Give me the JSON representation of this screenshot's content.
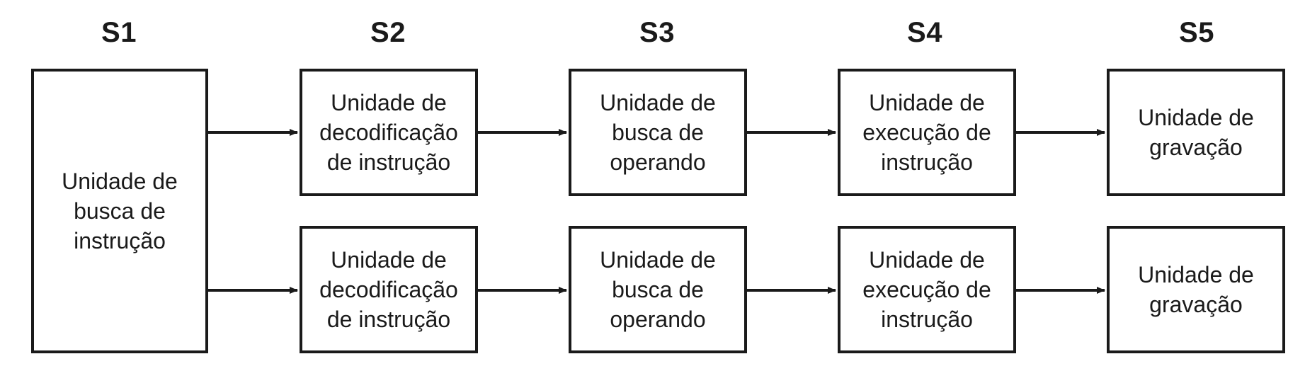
{
  "stages": [
    "S1",
    "S2",
    "S3",
    "S4",
    "S5"
  ],
  "fetch_unit": "Unidade de\nbusca de\ninstrução",
  "pipelines": [
    {
      "decode": "Unidade de\ndecodificação\nde instrução",
      "operand": "Unidade de\nbusca de\noperando",
      "execute": "Unidade de\nexecução de\ninstrução",
      "write": "Unidade de\ngravação"
    },
    {
      "decode": "Unidade de\ndecodificação\nde instrução",
      "operand": "Unidade de\nbusca de\noperando",
      "execute": "Unidade de\nexecução de\ninstrução",
      "write": "Unidade de\ngravação"
    }
  ]
}
